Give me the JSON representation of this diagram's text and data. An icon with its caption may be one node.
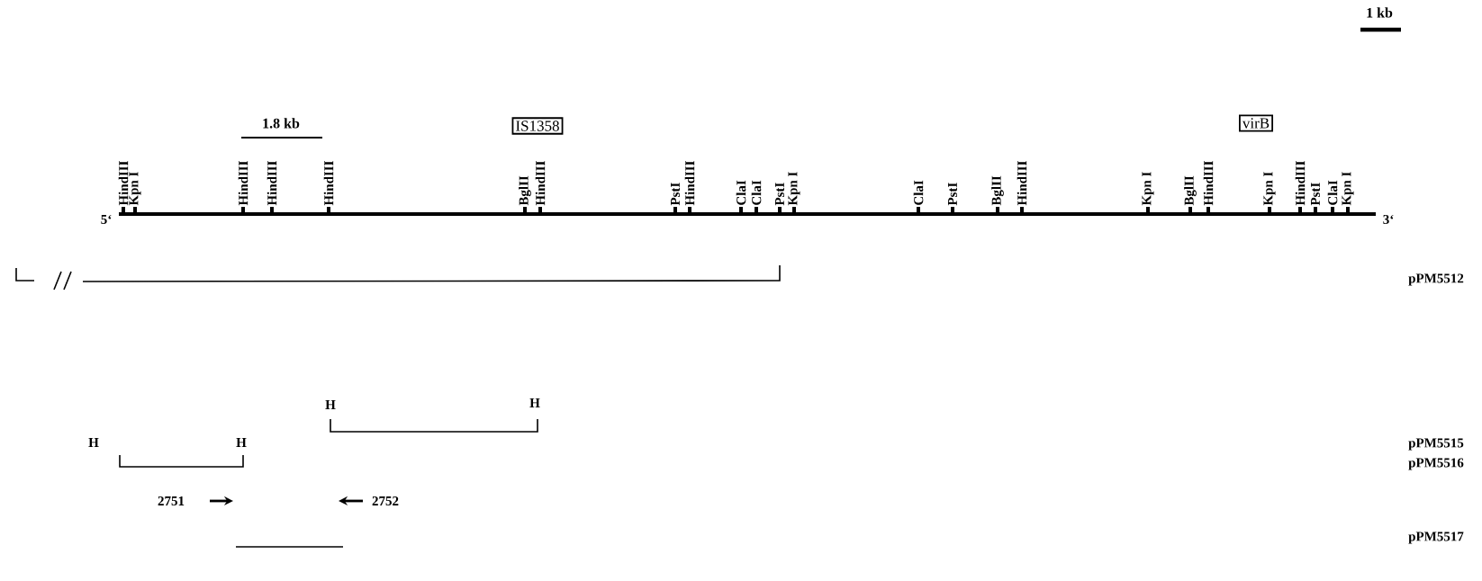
{
  "diagram": {
    "nodes": [
      {
        "text": [
          "IS1358"
        ]
      },
      {
        "text": [
          "virB"
        ]
      }
    ],
    "labels": [
      "1 kb",
      "1.8 kb",
      "HindIII",
      "Kpn I",
      "HindIII",
      "HindIII",
      "HindIII",
      "BglII",
      "HindIII",
      "PstI",
      "HindIII",
      "ClaI",
      "ClaI",
      "PstI",
      "Kpn I",
      "ClaI",
      "PstI",
      "BglII",
      "HindIII",
      "Kpn I",
      "BglII",
      "HindIII",
      "Kpn I",
      "HindIII",
      "PstI",
      "ClaI",
      "Kpn I",
      "5‘",
      "3‘",
      "pPM5512",
      "H",
      "H",
      "H",
      "H",
      "pPM5515",
      "pPM5516",
      "2751",
      "2752",
      "pPM5517"
    ]
  }
}
